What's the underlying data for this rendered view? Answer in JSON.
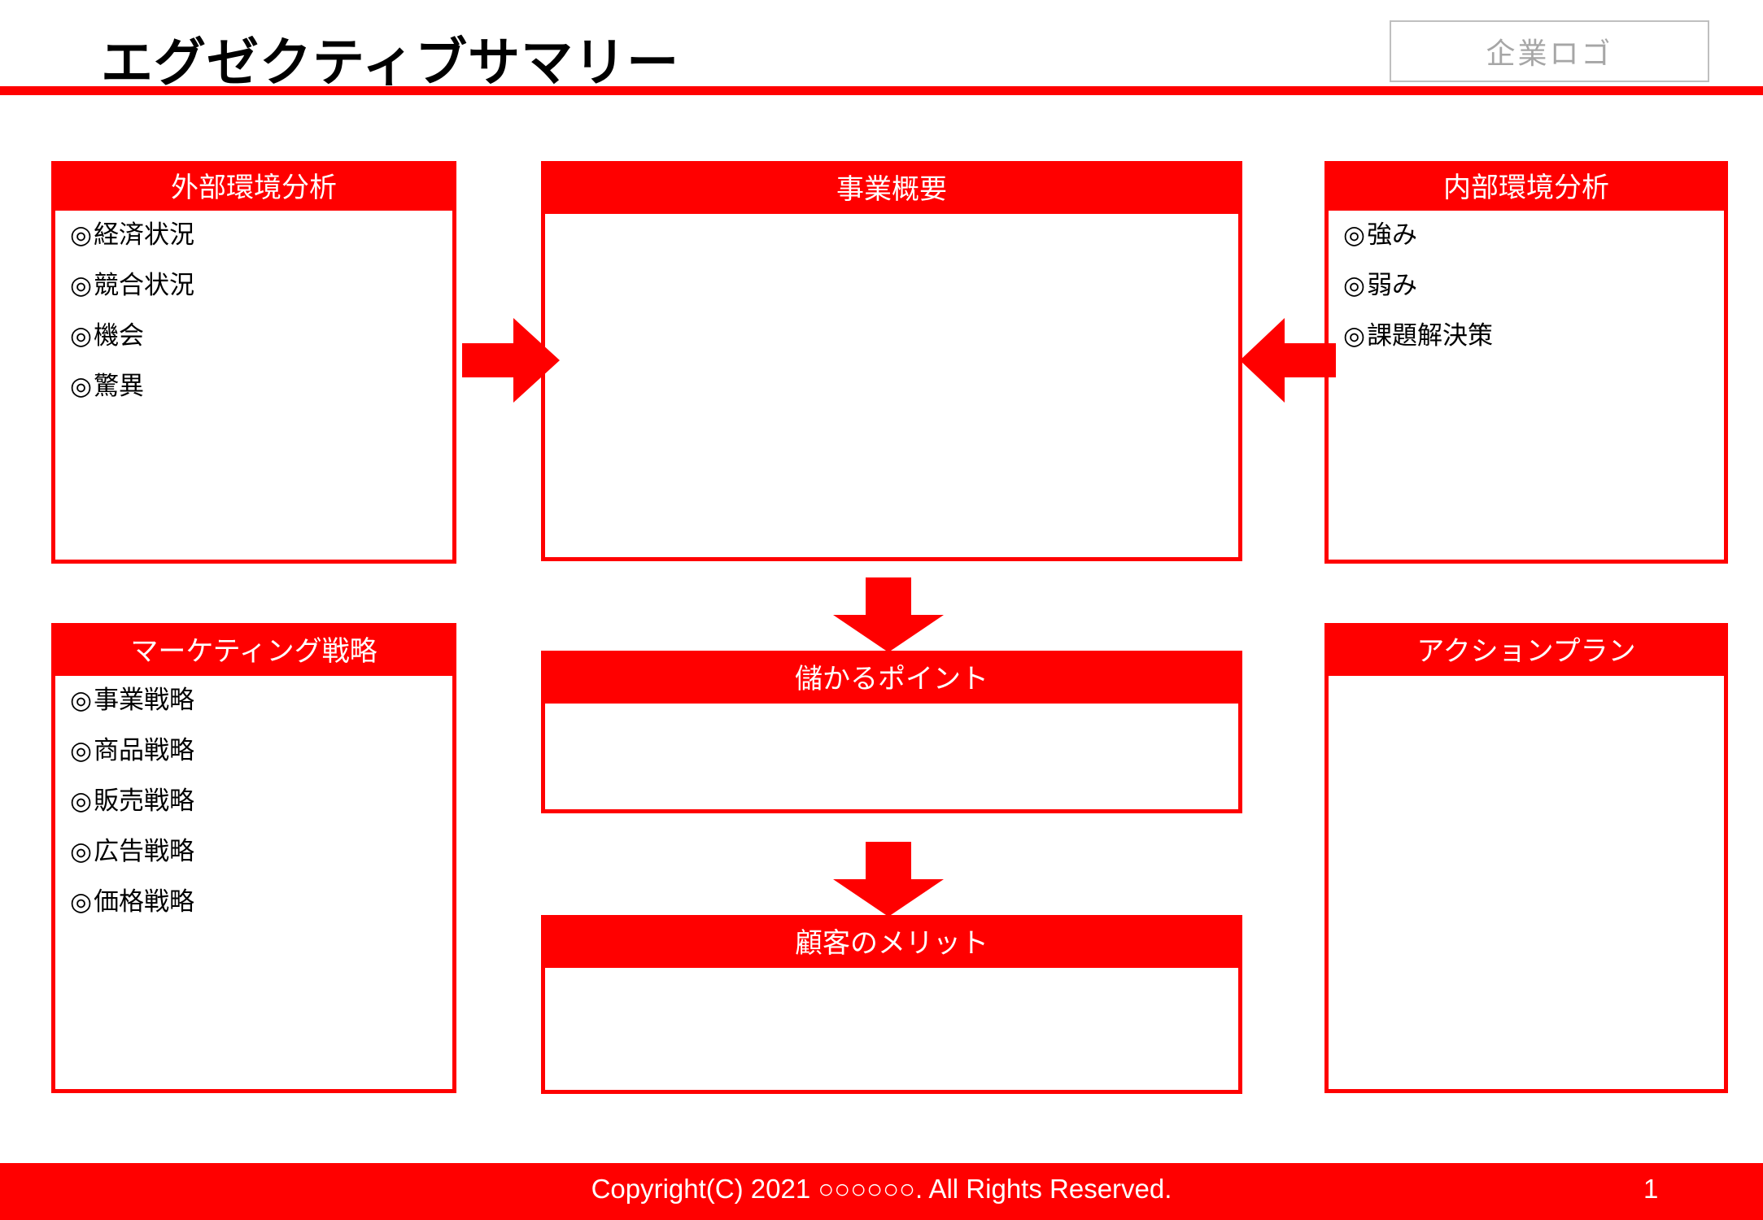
{
  "header": {
    "title": "エグゼクティブサマリー",
    "logo_placeholder": "企業ロゴ",
    "rule_color": "#FF0000"
  },
  "theme": {
    "accent": "#FF0000",
    "panel_header_text": "#FFFFFF",
    "body_text": "#000000",
    "logo_text": "#A6A6A6",
    "logo_border": "#BFBFBF"
  },
  "bullet_glyph": "◎",
  "panels": {
    "external": {
      "title": "外部環境分析",
      "items": [
        "経済状況",
        "競合状況",
        "機会",
        "驚異"
      ]
    },
    "overview": {
      "title": "事業概要",
      "items": []
    },
    "internal": {
      "title": "内部環境分析",
      "items": [
        "強み",
        "弱み",
        "課題解決策"
      ]
    },
    "marketing": {
      "title": "マーケティング戦略",
      "items": [
        "事業戦略",
        "商品戦略",
        "販売戦略",
        "広告戦略",
        "価格戦略"
      ]
    },
    "profit": {
      "title": "儲かるポイント",
      "items": []
    },
    "benefit": {
      "title": "顧客のメリット",
      "items": []
    },
    "action": {
      "title": "アクションプラン",
      "items": []
    }
  },
  "arrows": [
    {
      "name": "arrow-right",
      "direction": "right",
      "color": "#FF0000"
    },
    {
      "name": "arrow-left",
      "direction": "left",
      "color": "#FF0000"
    },
    {
      "name": "arrow-down-1",
      "direction": "down",
      "color": "#FF0000"
    },
    {
      "name": "arrow-down-2",
      "direction": "down",
      "color": "#FF0000"
    }
  ],
  "footer": {
    "copyright": "Copyright(C) 2021 ○○○○○○. All Rights Reserved.",
    "page_number": "1"
  }
}
